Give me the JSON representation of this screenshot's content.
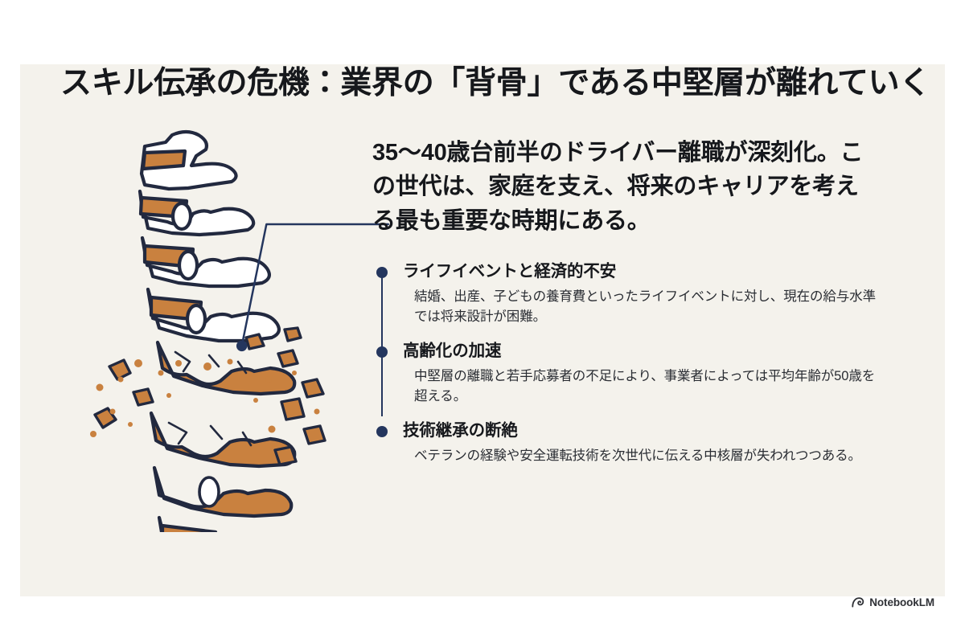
{
  "slide": {
    "title": "スキル伝承の危機：業界の「背骨」である中堅層が離れていく",
    "lead_paragraph": "35〜40歳台前半のドライバー離職が深刻化。この世代は、家庭を支え、将来のキャリアを考える最も重要な時期にある。",
    "bullets": [
      {
        "heading": "ライフイベントと経済的不安",
        "body": "結婚、出産、子どもの養育費といったライフイベントに対し、現在の給与水準では将来設計が困難。"
      },
      {
        "heading": "高齢化の加速",
        "body": "中堅層の離職と若手応募者の不足により、事業者によっては平均年齢が50歳を超える。"
      },
      {
        "heading": "技術継承の断絶",
        "body": "ベテランの経験や安全運転技術を次世代に伝える中核層が失われつつある。"
      }
    ],
    "illustration": {
      "name": "fractured-spine-illustration",
      "alt": "背骨のイラスト（中央部が砕けている）"
    },
    "brand": {
      "label": "NotebookLM",
      "icon": "notebooklm-spiral-icon"
    },
    "colors": {
      "page_background": "#ffffff",
      "panel_background": "#f4f2ec",
      "title_text": "#16181c",
      "body_text": "#2a2d33",
      "accent_navy": "#24365e",
      "bone_outline": "#22293f",
      "bone_fill": "#ffffff",
      "disc_orange": "#c9813f",
      "debris_orange": "#c9813f"
    }
  }
}
